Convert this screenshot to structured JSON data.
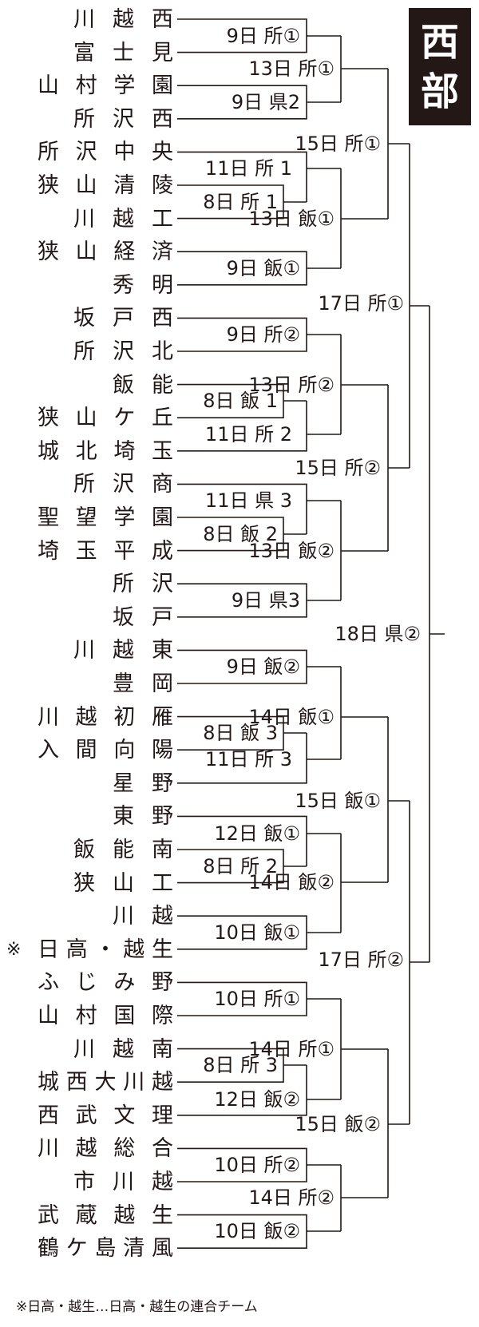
{
  "header": {
    "char1": "西",
    "char2": "部"
  },
  "teams": [
    {
      "name": "川越西"
    },
    {
      "name": "富士見"
    },
    {
      "name": "山村学園"
    },
    {
      "name": "所沢西"
    },
    {
      "name": "所沢中央"
    },
    {
      "name": "狭山清陵"
    },
    {
      "name": "川越工"
    },
    {
      "name": "狭山経済"
    },
    {
      "name": "秀明"
    },
    {
      "name": "坂戸西"
    },
    {
      "name": "所沢北"
    },
    {
      "name": "飯能"
    },
    {
      "name": "狭山ケ丘"
    },
    {
      "name": "城北埼玉"
    },
    {
      "name": "所沢商"
    },
    {
      "name": "聖望学園"
    },
    {
      "name": "埼玉平成"
    },
    {
      "name": "所沢"
    },
    {
      "name": "坂戸"
    },
    {
      "name": "川越東"
    },
    {
      "name": "豊岡"
    },
    {
      "name": "川越初雁"
    },
    {
      "name": "入間向陽"
    },
    {
      "name": "星野"
    },
    {
      "name": "東野"
    },
    {
      "name": "飯能南"
    },
    {
      "name": "狭山工"
    },
    {
      "name": "川越"
    },
    {
      "name": "日高・越生",
      "mark": "※"
    },
    {
      "name": "ふじみ野"
    },
    {
      "name": "山村国際"
    },
    {
      "name": "川越南"
    },
    {
      "name": "城西大川越"
    },
    {
      "name": "西武文理"
    },
    {
      "name": "川越総合"
    },
    {
      "name": "市川越"
    },
    {
      "name": "武蔵越生"
    },
    {
      "name": "鶴ケ島清風"
    }
  ],
  "matches": {
    "r1": [
      "9日 所①",
      "9日 県2",
      "9日 飯①",
      "9日 所②",
      "9日 県3",
      "9日 飯②",
      "10日 飯①",
      "10日 所①",
      "10日 所②",
      "10日 飯②"
    ],
    "r0": [
      "8日 所 1",
      "8日 飯 1",
      "8日 飯 2",
      "8日 飯 3",
      "8日 所 2",
      "8日 所 3"
    ],
    "r1b": [
      "11日 所 1",
      "11日 所 2",
      "11日 県 3",
      "11日 所 3",
      "12日 飯①",
      "12日 飯②"
    ],
    "r2": [
      "13日 所①",
      "13日 飯①",
      "13日 所②",
      "13日 飯②",
      "14日 飯①",
      "14日 飯②",
      "14日 所①",
      "14日 所②"
    ],
    "r3": [
      "15日 所①",
      "15日 所②",
      "15日 飯①",
      "15日 飯②"
    ],
    "semi": [
      "17日 所①",
      "17日 所②"
    ],
    "final": "18日 県②"
  },
  "footnote": "※日高・越生…日高・越生の連合チーム"
}
